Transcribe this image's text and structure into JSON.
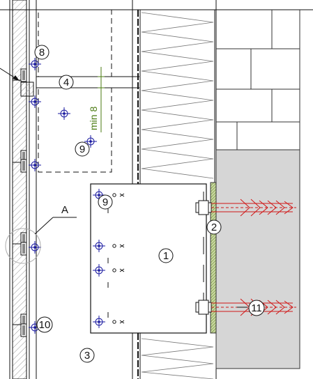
{
  "callouts": {
    "c1": "1",
    "c2": "2",
    "c3": "3",
    "c4": "4",
    "c8": "8",
    "c9a": "9",
    "c9b": "9",
    "c10": "10",
    "c11": "11"
  },
  "detail_label": "A",
  "dimension_text": "min 8",
  "colors": {
    "line": "#111111",
    "screw": "#1a1aa0",
    "anchor": "#d01818",
    "dimension": "#4a7a10",
    "concrete": "#d6d6d6",
    "pad": "#8aa050"
  }
}
